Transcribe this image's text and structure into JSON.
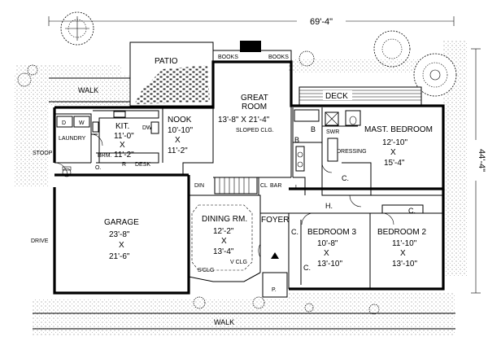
{
  "dimensions": {
    "width": "69'-4\"",
    "depth": "44'-4\""
  },
  "rooms": {
    "patio": {
      "name": "PATIO"
    },
    "great_room": {
      "name1": "GREAT",
      "name2": "ROOM",
      "size": "13'-8\" X 21'-4\"",
      "note": "SLOPED CLG."
    },
    "books_left": "BOOKS",
    "books_right": "BOOKS",
    "walk_top": "WALK",
    "deck": "DECK",
    "nook": {
      "name": "NOOK",
      "w": "10'-10\"",
      "x": "X",
      "h": "11'-2\""
    },
    "kitchen": {
      "name": "KIT.",
      "w": "11'-0\"",
      "x": "X",
      "h": "11'-2\""
    },
    "dw": "DW",
    "laundry": "LAUNDRY",
    "dryer": "D",
    "washer": "W",
    "stoop": "STOOP",
    "brm": "BRM.",
    "desk": "DESK",
    "r": "R",
    "o": "O.",
    "master": {
      "name": "MAST. BEDROOM",
      "w": "12'-10\"",
      "x": "X",
      "h": "15'-4\""
    },
    "dressing": "DRESSING",
    "swr": "SWR",
    "b_master": "B",
    "b_hall": "B",
    "closet_master": "C.",
    "linen": "L.",
    "hall": "H.",
    "garage": {
      "name": "GARAGE",
      "w": "23'-8\"",
      "x": "X",
      "h": "21'-6\""
    },
    "drive": "DRIVE",
    "dining": {
      "name": "DINING RM.",
      "w": "12'-2\"",
      "x": "X",
      "h": "13'-4\""
    },
    "din": "DIN",
    "cl": "CL",
    "bar": "BAR",
    "foyer": "FOYER",
    "s_clg": "S'CLG",
    "v_clg": "V CLG",
    "porch": "P.",
    "bedroom3": {
      "name": "BEDROOM 3",
      "w": "10'-8\"",
      "x": "X",
      "h": "13'-10\""
    },
    "bedroom2": {
      "name": "BEDROOM 2",
      "w": "11'-10\"",
      "x": "X",
      "h": "13'-10\""
    },
    "closet_b3a": "C.",
    "closet_b3b": "C.",
    "closet_b2": "C.",
    "walk_bottom": "WALK"
  }
}
